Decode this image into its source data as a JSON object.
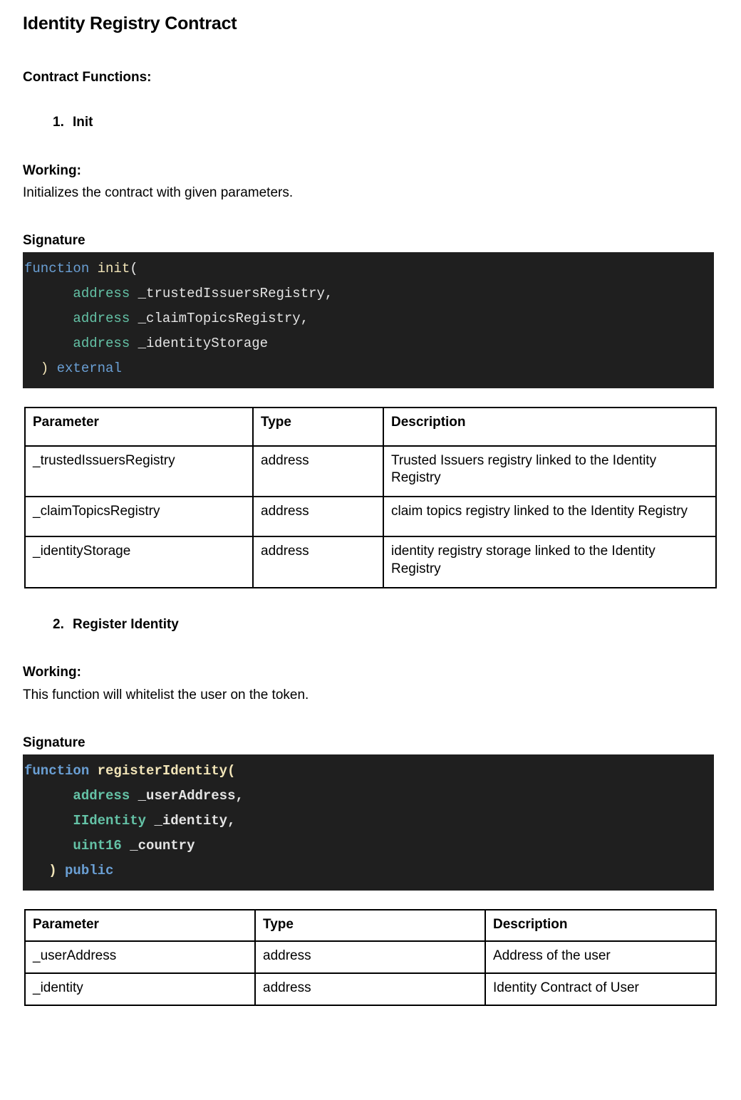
{
  "document": {
    "title": "Identity Registry Contract",
    "section_label": "Contract Functions:"
  },
  "labels": {
    "working_head": "Working:",
    "signature_head": "Signature",
    "col_parameter": "Parameter",
    "col_type": "Type",
    "col_description": "Description"
  },
  "functions": [
    {
      "number": "1.",
      "name": "Init",
      "working_head": "Working:",
      "working_text": "Initializes the contract with given parameters.",
      "signature_head": "Signature",
      "code": [
        [
          {
            "t": "function",
            "c": "kw"
          },
          {
            "t": " ",
            "c": "punct"
          },
          {
            "t": "init",
            "c": "fn"
          },
          {
            "t": "(",
            "c": "punct"
          }
        ],
        [
          {
            "t": "      ",
            "c": "punct"
          },
          {
            "t": "address",
            "c": "type"
          },
          {
            "t": " ",
            "c": "punct"
          },
          {
            "t": "_trustedIssuersRegistry,",
            "c": "ident"
          }
        ],
        [
          {
            "t": "      ",
            "c": "punct"
          },
          {
            "t": "address",
            "c": "type"
          },
          {
            "t": " ",
            "c": "punct"
          },
          {
            "t": "_claimTopicsRegistry,",
            "c": "ident"
          }
        ],
        [
          {
            "t": "      ",
            "c": "punct"
          },
          {
            "t": "address",
            "c": "type"
          },
          {
            "t": " ",
            "c": "punct"
          },
          {
            "t": "_identityStorage",
            "c": "ident"
          }
        ],
        [
          {
            "t": "  ",
            "c": "punct"
          },
          {
            "t": ")",
            "c": "paren"
          },
          {
            "t": " ",
            "c": "punct"
          },
          {
            "t": "external",
            "c": "mod"
          }
        ]
      ],
      "code_bold": false,
      "table": {
        "headers": [
          "Parameter",
          "Type",
          "Description"
        ],
        "rows": [
          [
            "_trustedIssuersRegistry",
            "address",
            "Trusted Issuers registry linked to the Identity Registry"
          ],
          [
            "_claimTopicsRegistry",
            "address",
            "claim topics registry linked to the Identity Registry"
          ],
          [
            "_identityStorage",
            "address",
            "identity registry storage linked to the Identity Registry"
          ]
        ]
      }
    },
    {
      "number": "2.",
      "name": "Register Identity",
      "working_head": "Working:",
      "working_text": "This function will whitelist the user on the token.",
      "signature_head": "Signature",
      "code": [
        [
          {
            "t": "function",
            "c": "kw"
          },
          {
            "t": " ",
            "c": "punct"
          },
          {
            "t": "registerIdentity(",
            "c": "fn"
          }
        ],
        [
          {
            "t": "      ",
            "c": "punct"
          },
          {
            "t": "address",
            "c": "type"
          },
          {
            "t": " ",
            "c": "punct"
          },
          {
            "t": "_userAddress,",
            "c": "ident"
          }
        ],
        [
          {
            "t": "      ",
            "c": "punct"
          },
          {
            "t": "IIdentity",
            "c": "type"
          },
          {
            "t": " ",
            "c": "punct"
          },
          {
            "t": "_identity,",
            "c": "ident"
          }
        ],
        [
          {
            "t": "      ",
            "c": "punct"
          },
          {
            "t": "uint16",
            "c": "type"
          },
          {
            "t": " ",
            "c": "punct"
          },
          {
            "t": "_country",
            "c": "ident"
          }
        ],
        [
          {
            "t": "   ",
            "c": "punct"
          },
          {
            "t": ")",
            "c": "paren"
          },
          {
            "t": " ",
            "c": "punct"
          },
          {
            "t": "public",
            "c": "mod"
          }
        ]
      ],
      "code_bold": true,
      "table": {
        "headers": [
          "Parameter",
          "Type",
          "Description"
        ],
        "rows": [
          [
            "_userAddress",
            "address",
            "Address of the user"
          ],
          [
            "_identity",
            "address",
            "Identity Contract of User"
          ]
        ]
      }
    }
  ],
  "colors": {
    "code_background": "#1f1f1f",
    "keyword": "#6a9fd4",
    "function_name": "#f2e5b8",
    "type": "#64c2a6",
    "identifier": "#e4e4e4",
    "table_border": "#000000",
    "text": "#000000",
    "page_background": "#ffffff"
  }
}
